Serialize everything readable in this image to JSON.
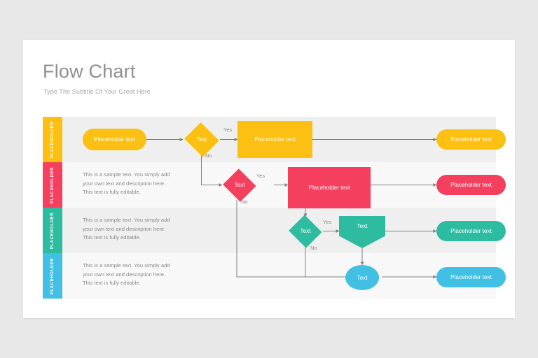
{
  "slide": {
    "title": "Flow Chart",
    "subtitle": "Type The Subtitle Of Your Great Here",
    "background_color": "#e8e8e8",
    "card_color": "#ffffff",
    "title_color": "#8f8f8f",
    "subtitle_color": "#a8a8a8"
  },
  "chart_data": {
    "type": "diagram",
    "title": "Flow Chart",
    "subtitle": "Type The Subtitle Of Your Great Here",
    "lane_count": 4,
    "lanes": [
      {
        "label": "PLACEHOLDER",
        "color": "#fbc011",
        "row_background": "#efefef",
        "description": "",
        "nodes": [
          {
            "id": "y1",
            "shape": "pill",
            "text": "Placeholder text"
          },
          {
            "id": "y2",
            "shape": "diamond",
            "text": "Text"
          },
          {
            "id": "y3",
            "shape": "rect",
            "text": "Placeholder text"
          },
          {
            "id": "y4",
            "shape": "pill",
            "text": "Placeholder text"
          }
        ]
      },
      {
        "label": "PLACEHOLDER",
        "color": "#f43f5e",
        "row_background": "#f8f8f8",
        "description": "This is a sample text. You simply add your own text and description here. This text is fully editable.",
        "nodes": [
          {
            "id": "p1",
            "shape": "diamond",
            "text": "Text"
          },
          {
            "id": "p2",
            "shape": "rect",
            "text": "Placeholder text"
          },
          {
            "id": "p3",
            "shape": "pill",
            "text": "Placeholder text"
          }
        ]
      },
      {
        "label": "PLACEHOLDER",
        "color": "#2dbca0",
        "row_background": "#efefef",
        "description": "This is a sample text. You simply add your own text and description here. This text is fully editable.",
        "nodes": [
          {
            "id": "t1",
            "shape": "diamond",
            "text": "Text"
          },
          {
            "id": "t2",
            "shape": "pentagon",
            "text": "Text"
          },
          {
            "id": "t3",
            "shape": "pill",
            "text": "Placeholder text"
          }
        ]
      },
      {
        "label": "PLACEHOLDER",
        "color": "#41c0e4",
        "row_background": "#f8f8f8",
        "description": "This is a sample text. You simply add your own text and description here. This text is fully editable.",
        "nodes": [
          {
            "id": "b1",
            "shape": "circle",
            "text": "Text"
          },
          {
            "id": "b2",
            "shape": "pill",
            "text": "Placeholder text"
          }
        ]
      }
    ],
    "edge_labels": {
      "yellow_yes": "Yes",
      "yellow_no": "No",
      "pink_yes": "Yes",
      "pink_no": "No",
      "teal_yes": "Yes",
      "teal_no": "No"
    },
    "connector_color": "#808080"
  }
}
